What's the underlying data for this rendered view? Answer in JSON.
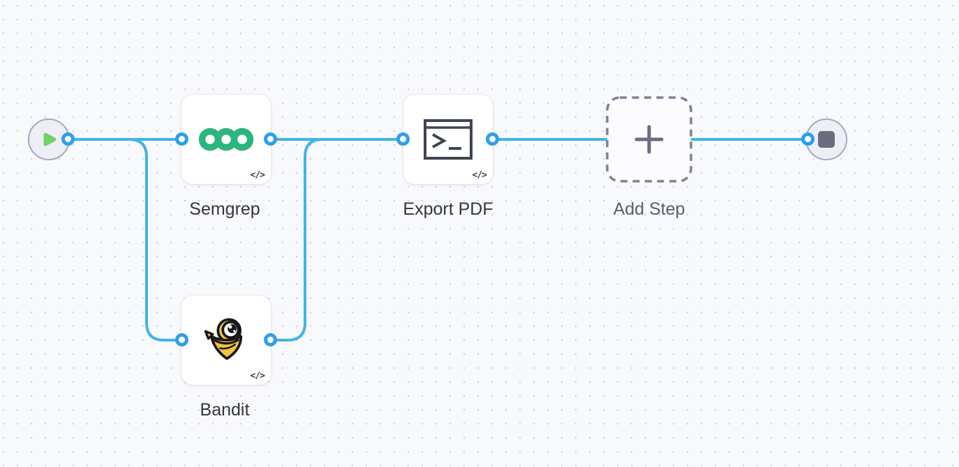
{
  "app": {
    "view": "workflow-canvas",
    "background_color": "#f8f9fc",
    "dot_grid_color": "#c9cbd6"
  },
  "colors": {
    "connection_line": "#41b4e9",
    "port_ring": "#2f9fe8",
    "node_label": "#33343f",
    "add_step_dash": "#7f7f96",
    "add_step_plus": "#6c6d84",
    "start_play_green": "#76d169",
    "stop_square_gray": "#6b6c80",
    "semgrep_green": "#2cb57e",
    "bandit_yellow": "#f5c33b",
    "terminal_icon_slate": "#3f4553"
  },
  "icons": {
    "start": "play-icon",
    "end": "stop-icon",
    "semgrep": "semgrep-rings-logo",
    "bandit": "bandit-mascot-logo",
    "export_pdf": "terminal-icon",
    "add_step": "plus-icon",
    "code_badge": "code-icon"
  },
  "nodes": {
    "start": {
      "type": "start-trigger"
    },
    "semgrep": {
      "label": "Semgrep",
      "badge": "</>"
    },
    "bandit": {
      "label": "Bandit",
      "badge": "</>"
    },
    "export_pdf": {
      "label": "Export PDF",
      "badge": "</>"
    },
    "add_step": {
      "label": "Add Step"
    },
    "end": {
      "type": "end-terminator"
    }
  },
  "edges": [
    {
      "from": "start",
      "to": "semgrep"
    },
    {
      "from": "start",
      "to": "bandit"
    },
    {
      "from": "semgrep",
      "to": "export_pdf"
    },
    {
      "from": "bandit",
      "to": "export_pdf"
    },
    {
      "from": "export_pdf",
      "to": "end"
    }
  ]
}
